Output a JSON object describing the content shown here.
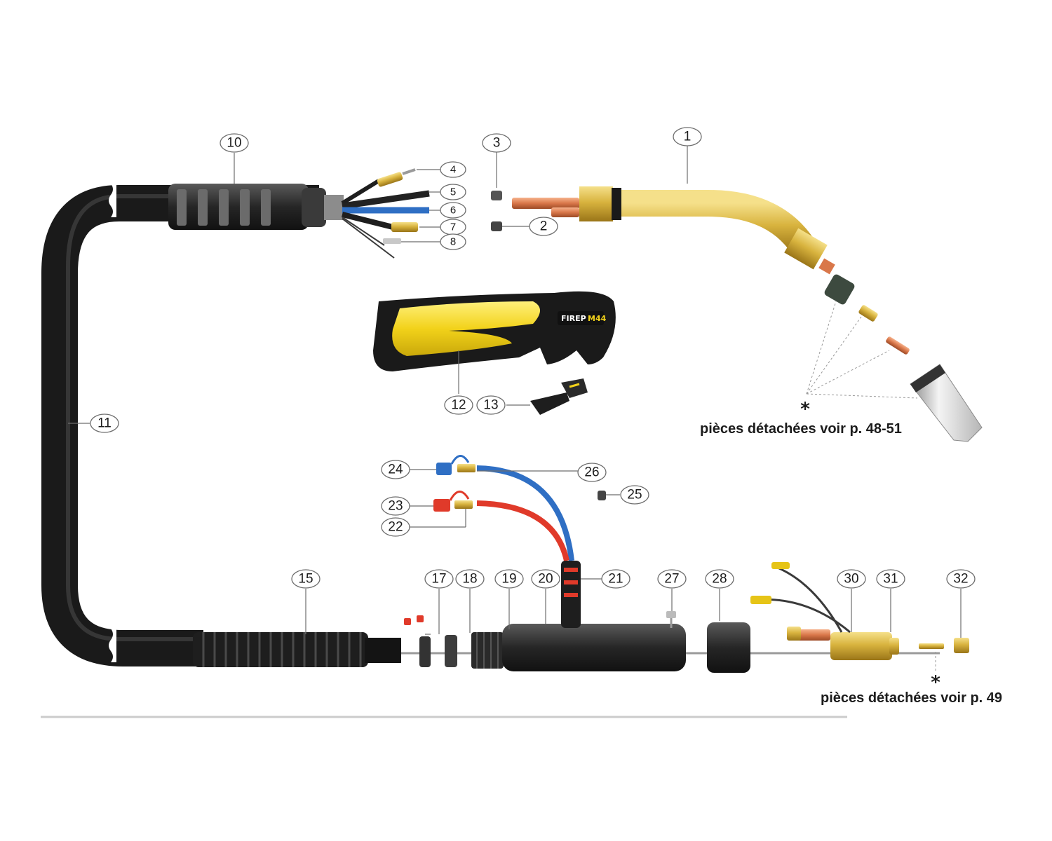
{
  "callouts": {
    "c1": "1",
    "c2": "2",
    "c3": "3",
    "c4": "4",
    "c5": "5",
    "c6": "6",
    "c7": "7",
    "c8": "8",
    "c10": "10",
    "c11": "11",
    "c12": "12",
    "c13": "13",
    "c15": "15",
    "c17": "17",
    "c18": "18",
    "c19": "19",
    "c20": "20",
    "c21": "21",
    "c22": "22",
    "c23": "23",
    "c24": "24",
    "c25": "25",
    "c26": "26",
    "c27": "27",
    "c28": "28",
    "c30": "30",
    "c31": "31",
    "c32": "32"
  },
  "notes": {
    "upper_star": "*",
    "upper_text": "pièces détachées voir p. 48-51",
    "lower_star": "*",
    "lower_text": "pièces détachées voir p. 49"
  },
  "handle_brand": {
    "part1": "FIREP",
    "part2": "M44"
  },
  "colors": {
    "brass": "#c9a227",
    "copper": "#d9774a",
    "cable_black": "#1e1e1e",
    "grip_yellow": "#f2d21a",
    "water_blue": "#2f6fc4",
    "water_red": "#e03a2a",
    "callout_stroke": "#6d6d6d",
    "separator": "#cccccc"
  },
  "icons": {
    "note_marker": "asterisk-icon"
  }
}
